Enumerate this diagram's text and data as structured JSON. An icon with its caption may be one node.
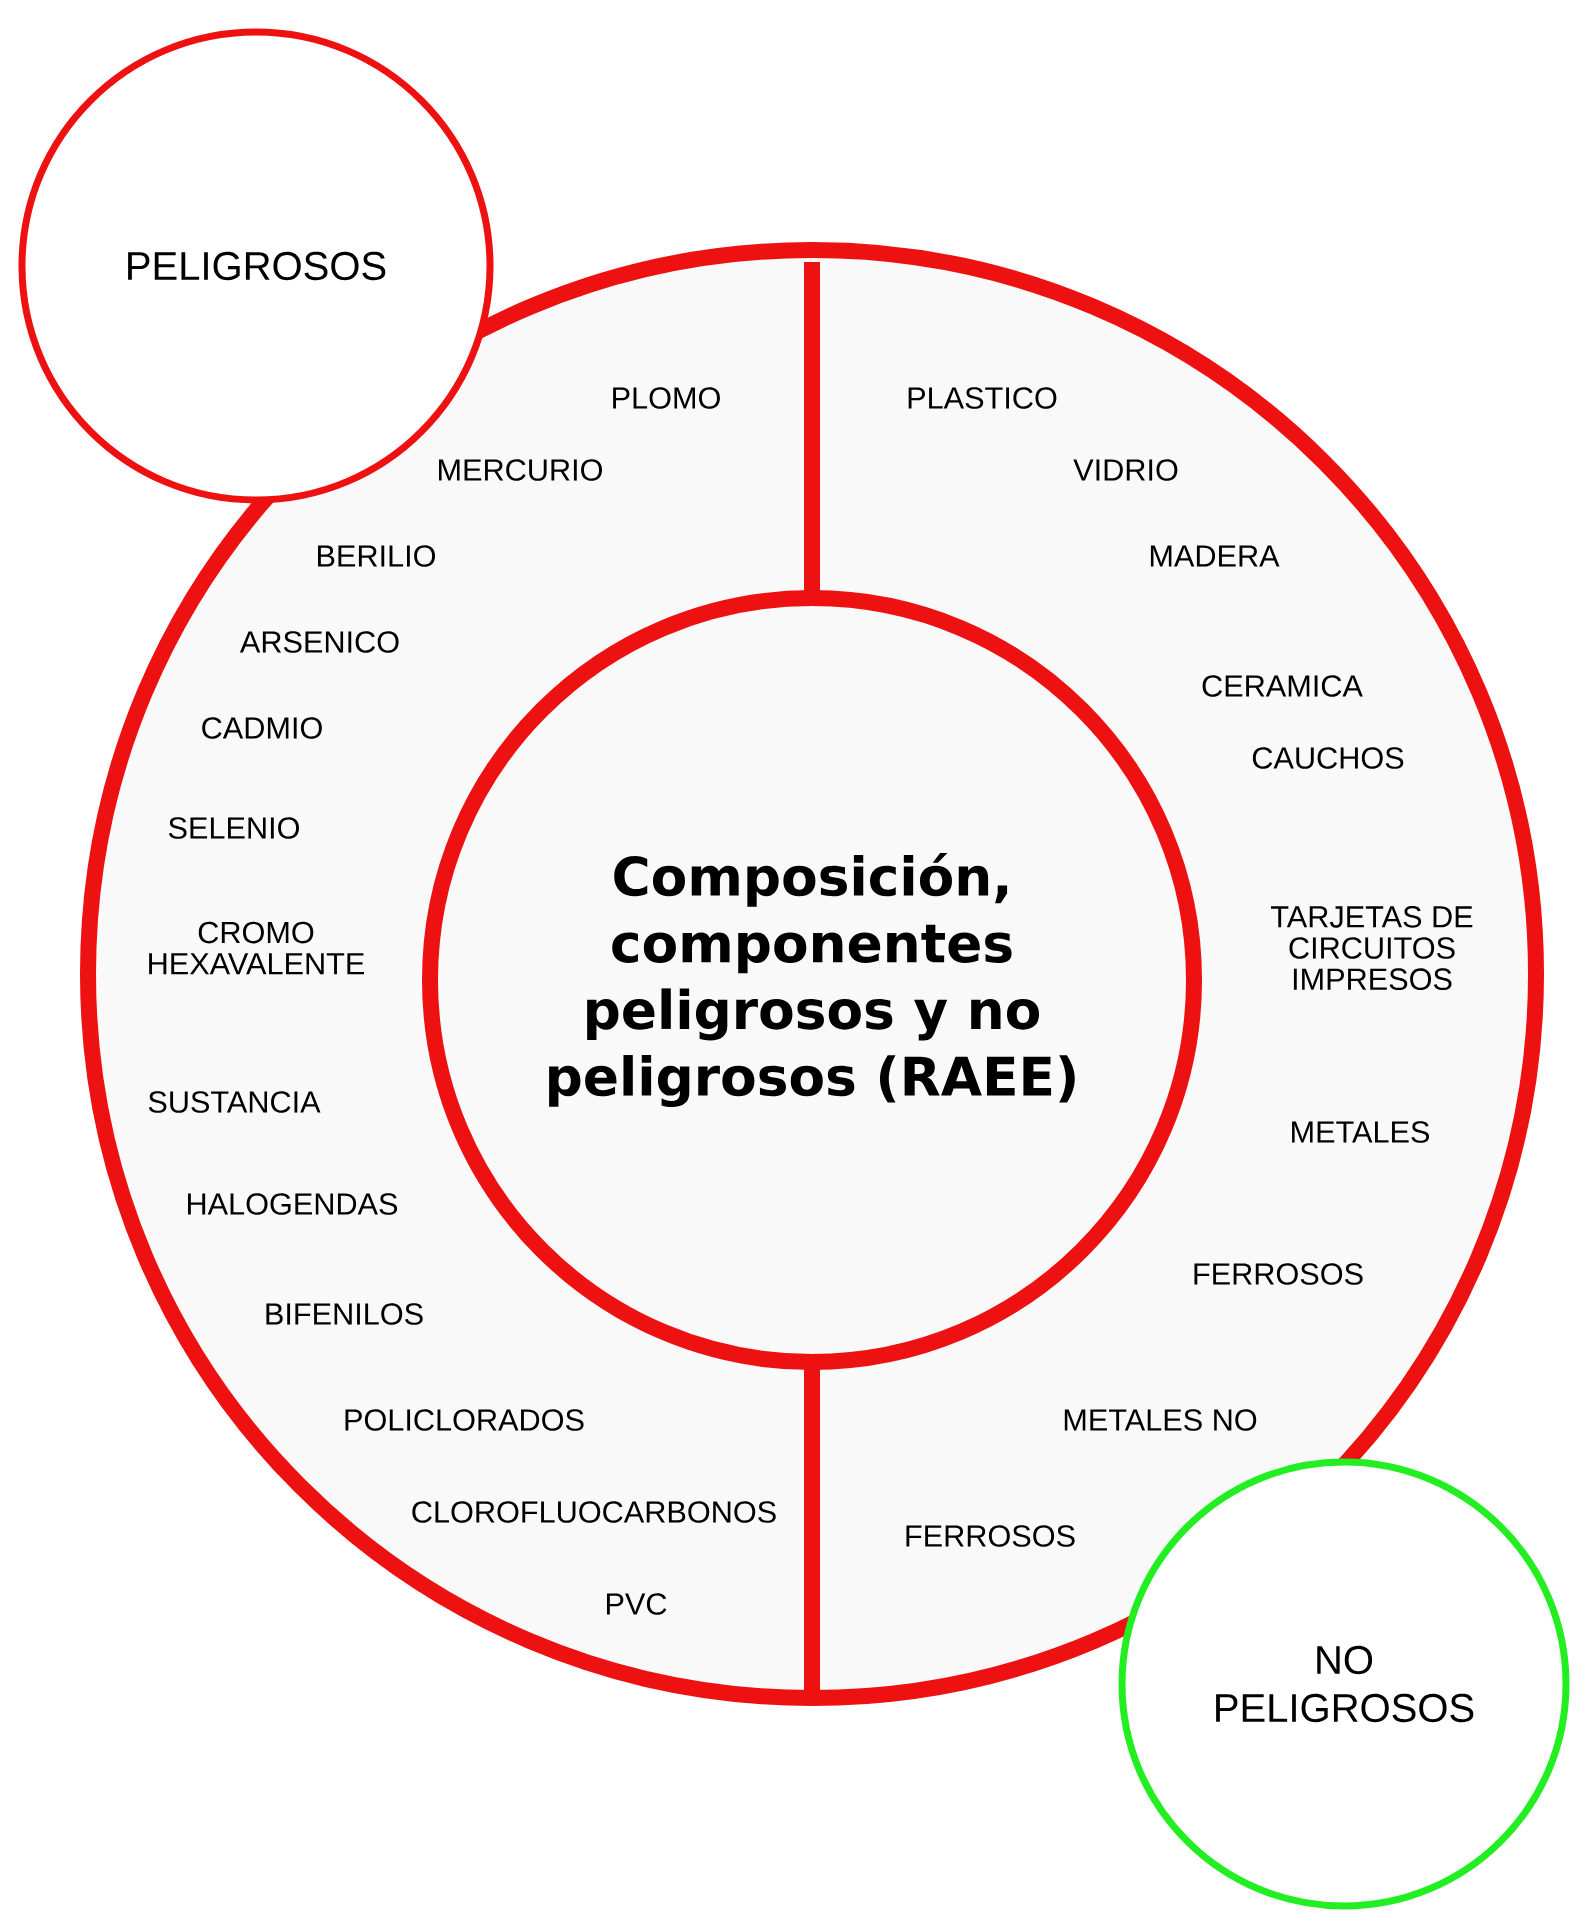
{
  "diagram": {
    "nodes": [
      {
        "text": [],
        "shape": "circle"
      },
      {
        "text": [
          "Composición, componentes peligrosos y no peligrosos (RAEE)"
        ],
        "in": 0
      },
      {
        "text": [
          "PELIGROSOS"
        ]
      },
      {
        "text": [
          "NO PELIGROSOS"
        ]
      }
    ],
    "labels": [
      "PLOMO",
      "PLASTICO",
      "MERCURIO",
      "VIDRIO",
      "BERILIO",
      "MADERA",
      "ARSENICO",
      "CERAMICA",
      "CADMIO",
      "CAUCHOS",
      "SELENIO",
      "CROMO HEXAVALENTE",
      "TARJETAS DE CIRCUITOS IMPRESOS",
      "SUSTANCIA",
      "METALES",
      "HALOGENDAS",
      "FERROSOS",
      "BIFENILOS",
      "POLICLORADOS",
      "METALES NO",
      "CLOROFLUOCARBONOS",
      "FERROSOS",
      "PVC"
    ]
  }
}
